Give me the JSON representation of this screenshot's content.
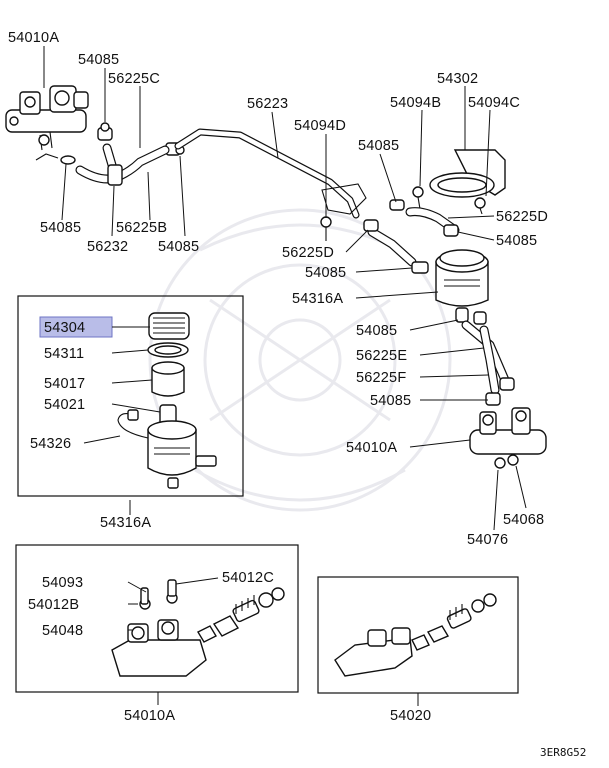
{
  "labels": {
    "l1": "54010A",
    "l2": "54085",
    "l3": "56225C",
    "l4": "56223",
    "l5": "54302",
    "l6": "54094B",
    "l7": "54094C",
    "l8": "54094D",
    "l9": "54085",
    "l10": "54085",
    "l11": "56225B",
    "l12": "56232",
    "l13": "54085",
    "l14": "56225D",
    "l15": "54085",
    "l16": "56225D",
    "l17": "54085",
    "l18": "54316A",
    "l19": "54304",
    "l20": "54311",
    "l21": "54017",
    "l22": "54021",
    "l23": "54326",
    "l24": "54085",
    "l25": "56225E",
    "l26": "56225F",
    "l27": "54085",
    "l28": "54010A",
    "l29": "54316A",
    "l30": "54068",
    "l31": "54076",
    "l32": "54093",
    "l33": "54012C",
    "l34": "54012B",
    "l35": "54048",
    "l36": "54010A",
    "l37": "54020"
  },
  "diagram_code": "3ER8G52",
  "highlight_color": "#b9bde8"
}
